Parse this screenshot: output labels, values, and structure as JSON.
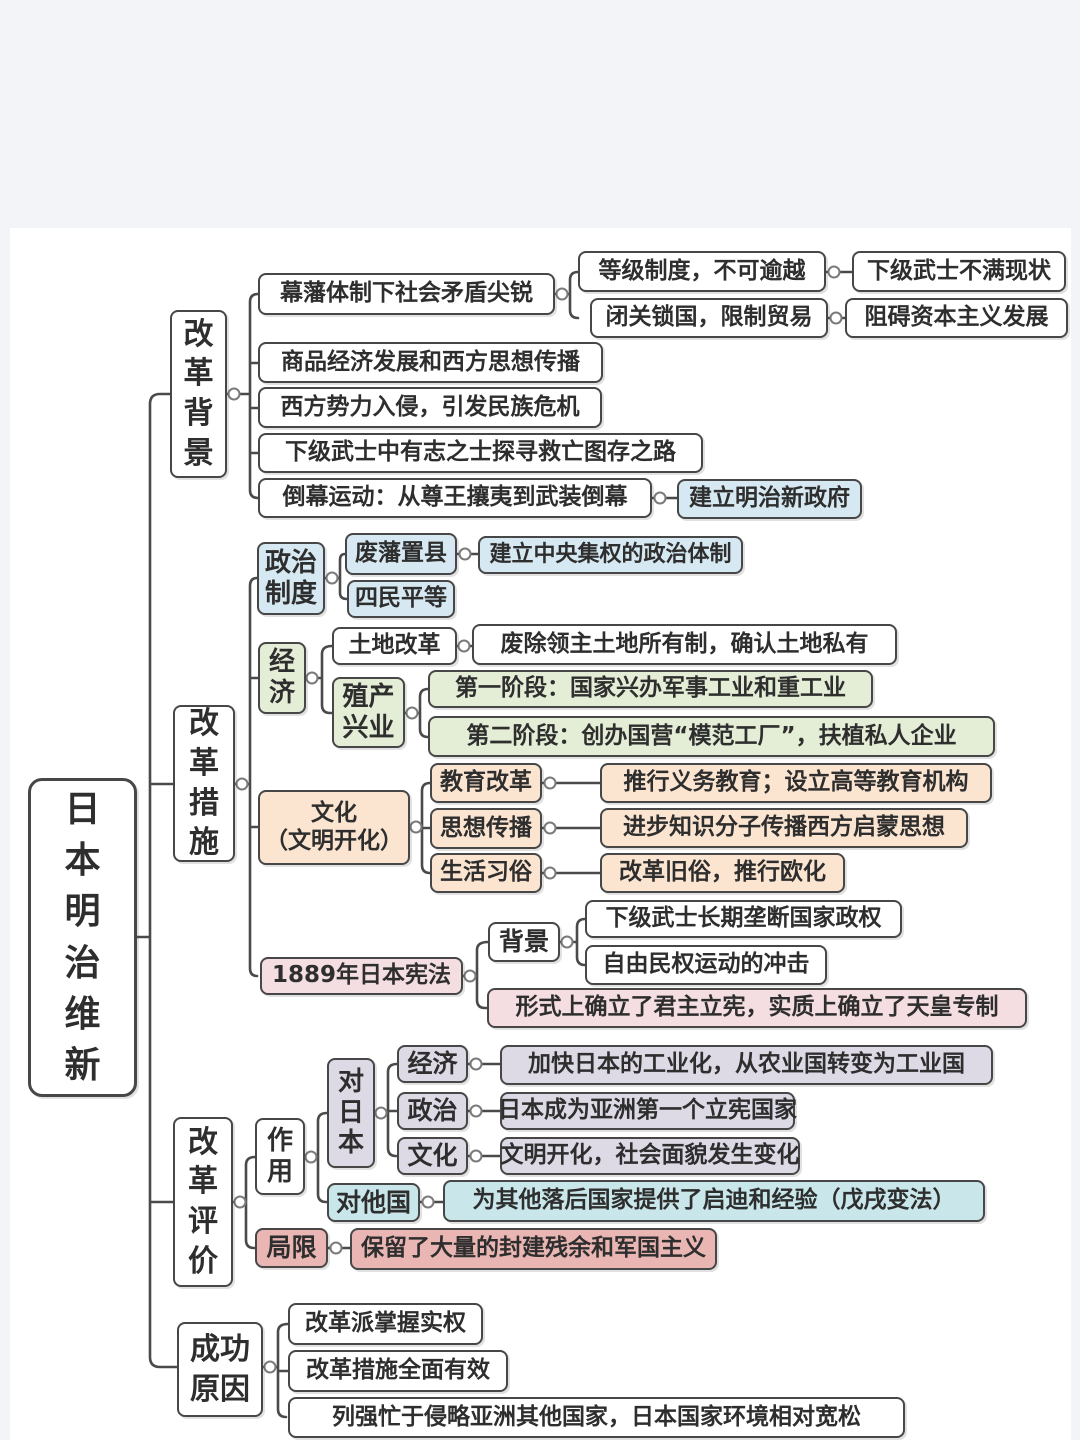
{
  "root": {
    "label": "日\n本\n明\n治\n维\n新"
  },
  "background": {
    "label": "改\n革\n背\n景",
    "shogunate": {
      "label": "幕藩体制下社会矛盾尖锐",
      "hierarchy": {
        "label": "等级制度，不可逾越",
        "effect": "下级武士不满现状"
      },
      "isolation": {
        "label": "闭关锁国，限制贸易",
        "effect": "阻碍资本主义发展"
      }
    },
    "commodity": "商品经济发展和西方思想传播",
    "invasion": "西方势力入侵，引发民族危机",
    "samurai": "下级武士中有志之士探寻救亡图存之路",
    "movement": {
      "label": "倒幕运动：从尊王攘夷到武装倒幕",
      "effect": "建立明治新政府"
    }
  },
  "measures": {
    "label": "改\n革\n措\n施",
    "politics": {
      "label": "政治\n制度",
      "abolish": {
        "label": "废藩置县",
        "effect": "建立中央集权的政治体制"
      },
      "equality": "四民平等"
    },
    "economy": {
      "label": "经\n济",
      "land": {
        "label": "土地改革",
        "effect": "废除领主土地所有制，确认土地私有"
      },
      "industry": {
        "label": "殖产\n兴业",
        "stage1": "第一阶段：国家兴办军事工业和重工业",
        "stage2": "第二阶段：创办国营“模范工厂”，扶植私人企业"
      }
    },
    "culture": {
      "label": "文化\n（文明开化）",
      "education": {
        "label": "教育改革",
        "effect": "推行义务教育；设立高等教育机构"
      },
      "thought": {
        "label": "思想传播",
        "effect": "进步知识分子传播西方启蒙思想"
      },
      "customs": {
        "label": "生活习俗",
        "effect": "改革旧俗，推行欧化"
      }
    },
    "constitution": {
      "label": "1889年日本宪法",
      "background": {
        "label": "背景",
        "monopoly": "下级武士长期垄断国家政权",
        "civil": "自由民权运动的冲击"
      },
      "essence": "形式上确立了君主立宪，实质上确立了天皇专制"
    }
  },
  "evaluation": {
    "label": "改\n革\n评\n价",
    "effects": {
      "label": "作\n用",
      "on_japan": {
        "label": "对\n日\n本",
        "economy": {
          "label": "经济",
          "effect": "加快日本的工业化，从农业国转变为工业国"
        },
        "politics": {
          "label": "政治",
          "effect": "日本成为亚洲第一个立宪国家"
        },
        "culture": {
          "label": "文化",
          "effect": "文明开化，社会面貌发生变化"
        }
      },
      "on_others": {
        "label": "对他国",
        "effect": "为其他落后国家提供了启迪和经验（戊戌变法）"
      }
    },
    "limitation": {
      "label": "局限",
      "effect": "保留了大量的封建残余和军国主义"
    }
  },
  "success": {
    "label": "成功\n原因",
    "reasons": [
      "改革派掌握实权",
      "改革措施全面有效",
      "列强忙于侵略亚洲其他国家，日本国家环境相对宽松"
    ]
  },
  "colors": {
    "white": "#ffffff",
    "blue": "#d6e8f1",
    "green": "#e4edd6",
    "peach": "#fbe5d1",
    "pink": "#f4dee1",
    "lavender": "#dddae6",
    "cyan": "#c9e7ea",
    "salmon": "#eab6b3",
    "border": "#474747",
    "line": "#4a4a4a"
  }
}
